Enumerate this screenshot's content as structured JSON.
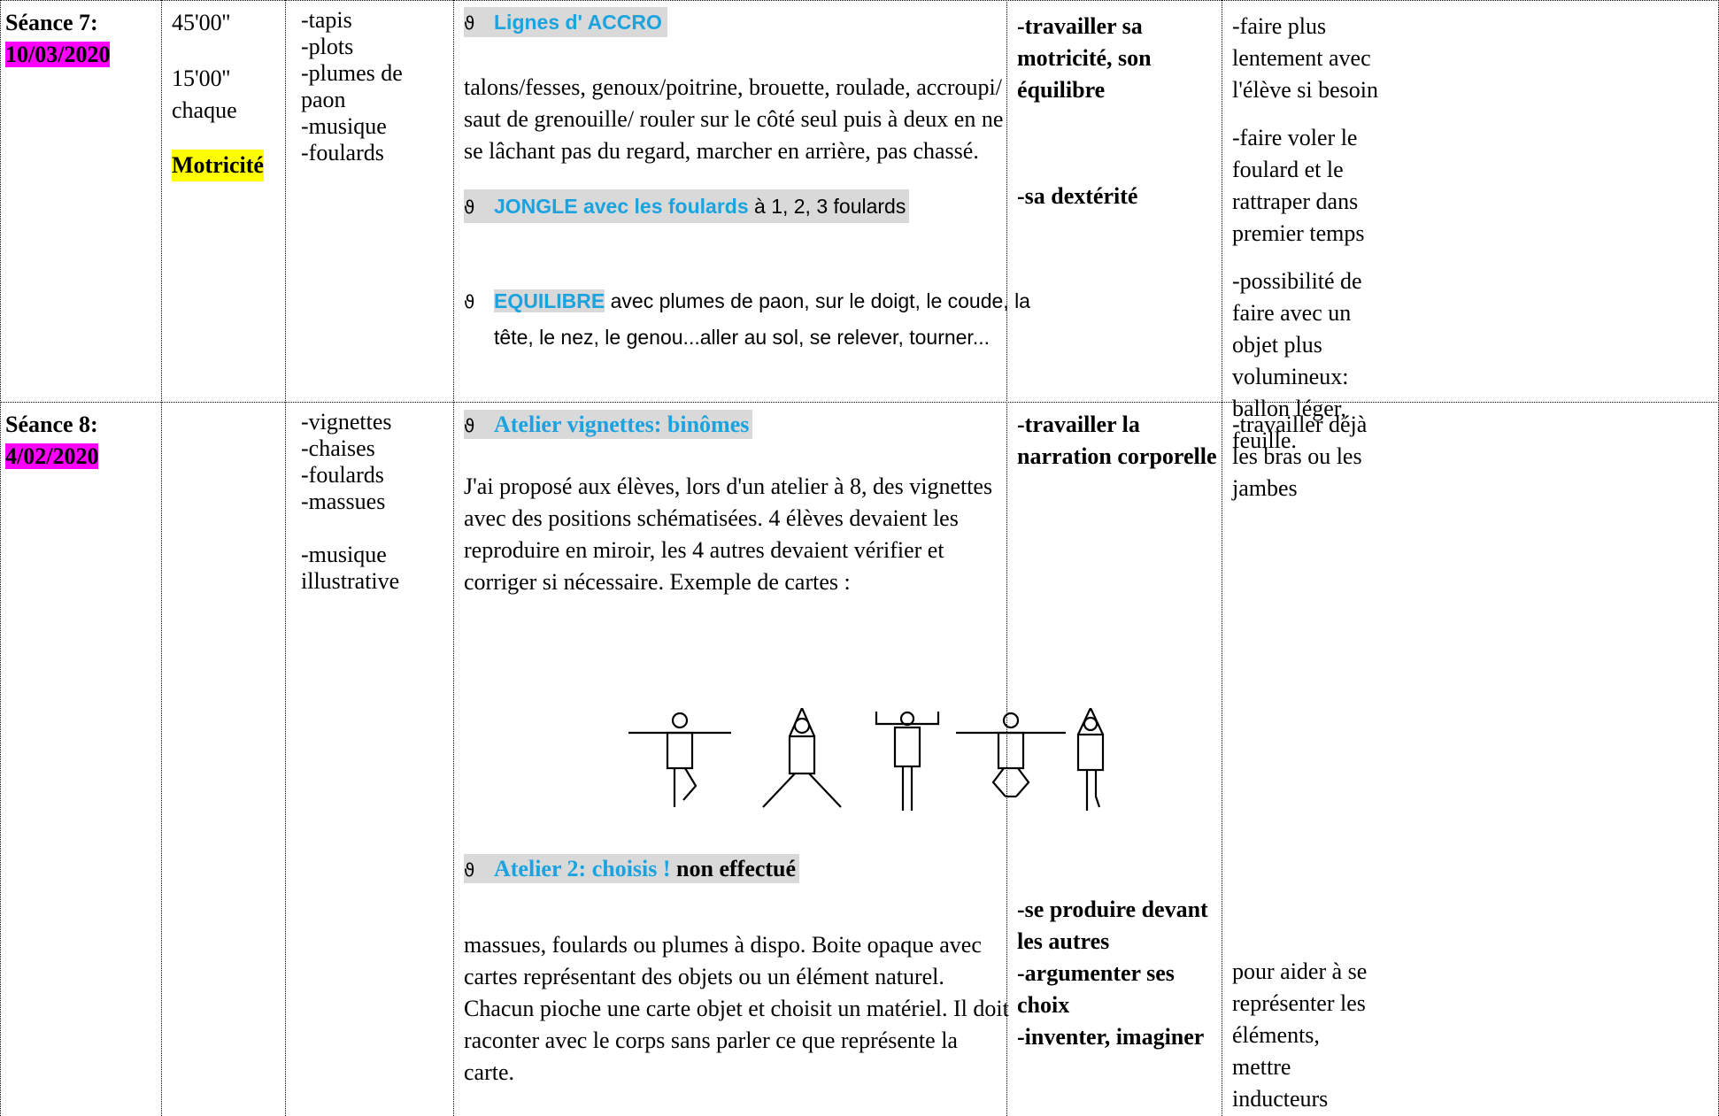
{
  "rows": [
    {
      "seance_label": "Séance 7:",
      "seance_date": "10/03/2020",
      "duree": [
        "45'00''",
        "15'00''",
        "chaque"
      ],
      "domaine": "Motricité",
      "materiel": [
        "-tapis",
        "-plots",
        "-plumes de",
        "paon",
        "-musique",
        "-foulards"
      ],
      "activities": [
        {
          "title": "Lignes d' ACCRO",
          "text_lines": [
            "talons/fesses, genoux/poitrine, brouette, roulade, accroupi/",
            "saut de grenouille/ rouler sur le côté seul puis à deux en ne",
            "se lâchant pas du regard, marcher en arrière, pas chassé."
          ]
        },
        {
          "title": "JONGLE avec les foulards",
          "suffix": " à 1, 2, 3 foulards"
        },
        {
          "title": "EQUILIBRE",
          "suffix": " avec plumes de paon, sur le doigt, le coude, la",
          "continuation": "tête, le nez, le genou...aller au sol, se relever, tourner..."
        }
      ],
      "objectifs": [
        [
          "-travailler sa",
          "motricité, son",
          "équilibre"
        ],
        [
          "-sa dextérité"
        ]
      ],
      "remarques": [
        [
          "-faire plus",
          "lentement avec",
          "l'élève si besoin"
        ],
        [
          "-faire voler le",
          "foulard et le",
          "rattraper dans",
          "premier temps"
        ],
        [
          "-possibilité de",
          "faire avec un",
          "objet plus",
          "volumineux:",
          "ballon léger,",
          "feuille."
        ]
      ]
    },
    {
      "seance_label": "Séance 8:",
      "seance_date": "4/02/2020",
      "materiel": [
        "-vignettes",
        "-chaises",
        "-foulards",
        "-massues",
        "-musique",
        "illustrative"
      ],
      "activities": [
        {
          "title": "Atelier vignettes: binômes",
          "text_lines": [
            "J'ai proposé aux élèves, lors d'un atelier à 8, des vignettes",
            "avec des positions schématisées. 4 élèves devaient les",
            "reproduire en miroir, les 4 autres devaient vérifier et",
            "corriger si nécessaire. Exemple de cartes :"
          ]
        },
        {
          "title": "Atelier 2: choisis !",
          "suffix": " non effectué",
          "text_lines": [
            "massues, foulards ou plumes à dispo. Boite opaque avec",
            "cartes représentant des objets ou un élément naturel.",
            "Chacun pioche une carte objet et choisit un matériel. Il doit",
            "raconter avec le corps sans parler ce que représente la",
            "carte."
          ]
        }
      ],
      "objectifs": [
        [
          "-travailler la",
          "narration corporelle"
        ],
        [
          "-se produire devant",
          "les autres",
          "-argumenter ses",
          "choix",
          "-inventer, imaginer"
        ]
      ],
      "remarques": [
        [
          "-travailler déjà",
          "les bras ou les",
          "jambes"
        ],
        [
          "pour aider à se",
          "représenter les",
          "éléments,",
          "mettre",
          "inducteurs"
        ]
      ]
    }
  ],
  "bullet_glyph": "ϑ"
}
